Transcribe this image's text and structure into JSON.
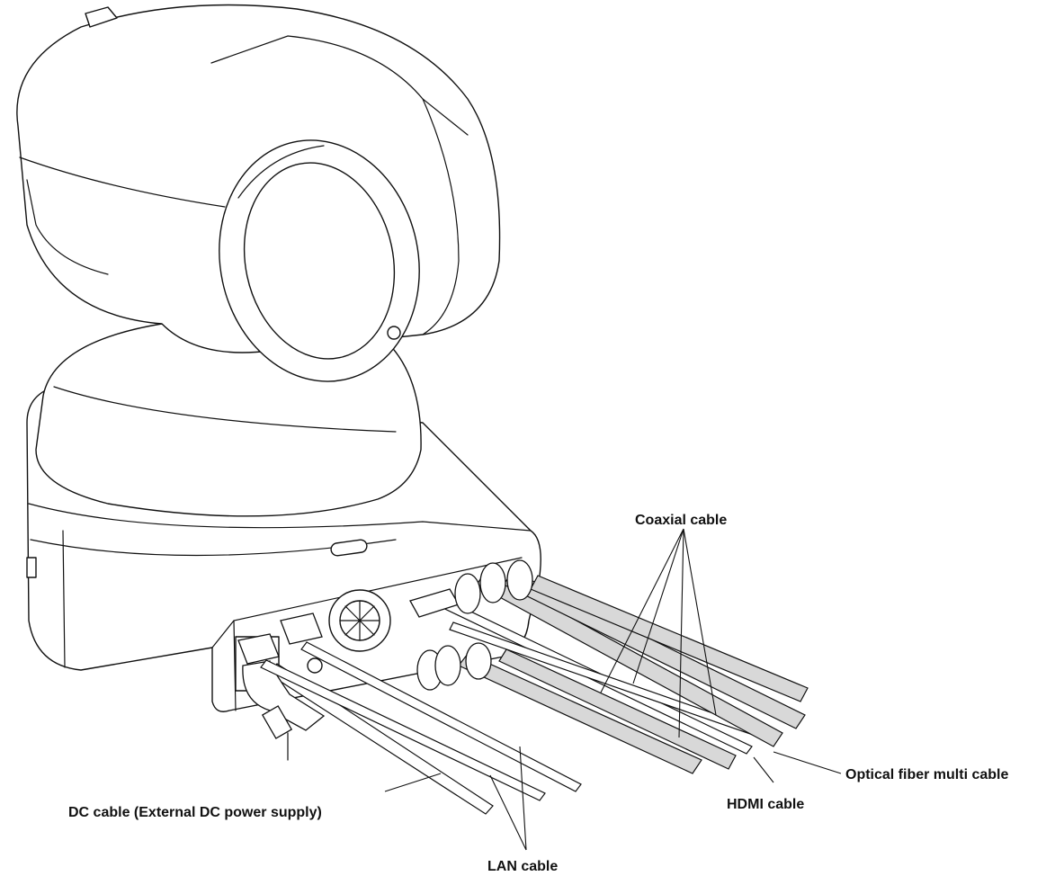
{
  "labels": {
    "coaxial": "Coaxial cable",
    "optical": "Optical fiber multi cable",
    "hdmi": "HDMI cable",
    "dc": "DC cable (External DC power supply)",
    "lan": "LAN cable"
  }
}
